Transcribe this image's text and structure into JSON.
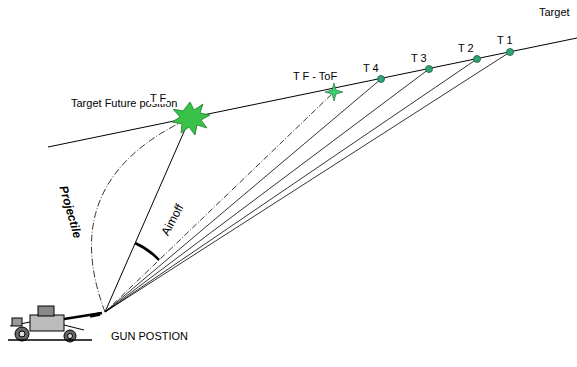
{
  "diagram": {
    "labels": [
      "Target",
      "Target Future position",
      "T F",
      "T F - ToF",
      "T 4",
      "T 3",
      "T 2",
      "T 1",
      "Aimoff",
      "Projectile",
      "GUN POSTION"
    ]
  }
}
